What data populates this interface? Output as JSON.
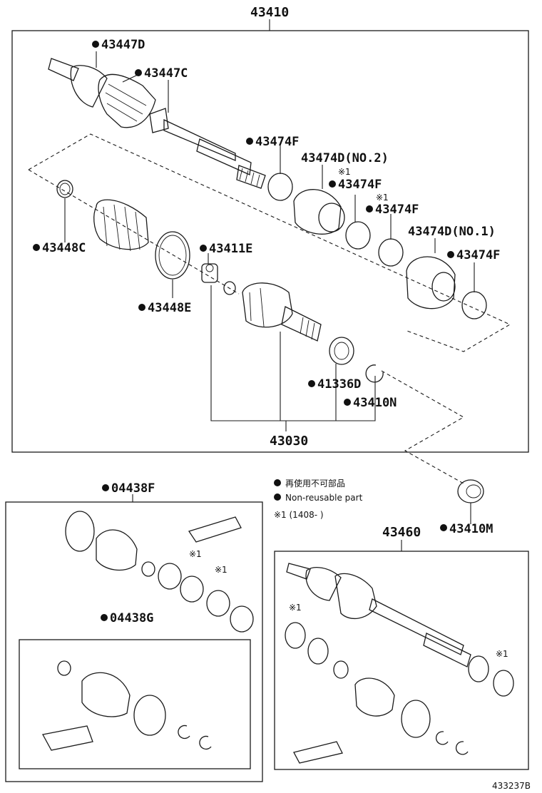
{
  "assembly": {
    "main_part": "43410",
    "sub_assembly": "43030",
    "kit_outer": "04438F",
    "kit_inner": "04438G",
    "alt_shaft": "43460",
    "diagram_code": "433237B"
  },
  "parts": {
    "p43447D": "43447D",
    "p43447C": "43447C",
    "p43474F_1": "43474F",
    "p43474D_no2": "43474D(NO.2)",
    "p43474F_2": "43474F",
    "p43474F_3": "43474F",
    "p43474D_no1": "43474D(NO.1)",
    "p43474F_4": "43474F",
    "p43448C": "43448C",
    "p43411E": "43411E",
    "p43448E": "43448E",
    "p41336D": "41336D",
    "p43410N": "43410N",
    "p43410M": "43410M"
  },
  "marks": {
    "ref": "※1"
  },
  "legend": {
    "jp": "再使用不可部品",
    "en": "Non-reusable part",
    "note": "※1 (1408-      )"
  },
  "icons": {
    "bullet": "filled-circle-icon",
    "ref_mark": "reference-mark-icon"
  }
}
